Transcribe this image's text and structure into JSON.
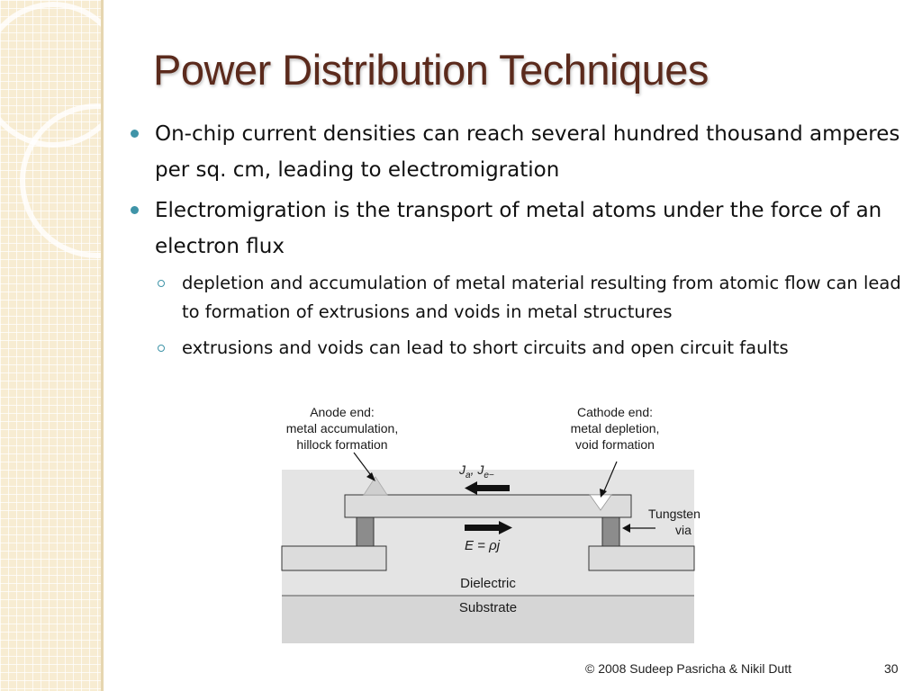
{
  "slide": {
    "title": "Power Distribution Techniques",
    "bullets": [
      {
        "text": "On-chip current densities can reach several hundred thousand amperes per sq. cm, leading to electromigration"
      },
      {
        "text": "Electromigration is the transport of metal atoms under the force of an electron flux"
      }
    ],
    "sub_bullets": [
      {
        "text": "depletion and accumulation of metal material resulting from atomic flow can lead to formation of extrusions and voids in metal structures"
      },
      {
        "text": "extrusions and voids can lead to short circuits and open circuit faults"
      }
    ],
    "accent_color": "#3f94a8",
    "title_color": "#5b2a1c"
  },
  "diagram": {
    "anode_label": [
      "Anode end:",
      "metal accumulation,",
      "hillock formation"
    ],
    "cathode_label": [
      "Cathode end:",
      "metal depletion,",
      "void formation"
    ],
    "current_label": {
      "j": "J",
      "sub_a": "a",
      "sep": ", J",
      "sub_e": "e−"
    },
    "field_label": "E = ρj",
    "via_label": [
      "Tungsten",
      "via"
    ],
    "dielectric_label": "Dielectric",
    "substrate_label": "Substrate"
  },
  "footer": {
    "copyright": "© 2008 Sudeep Pasricha  & Nikil Dutt",
    "page_number": "30"
  }
}
